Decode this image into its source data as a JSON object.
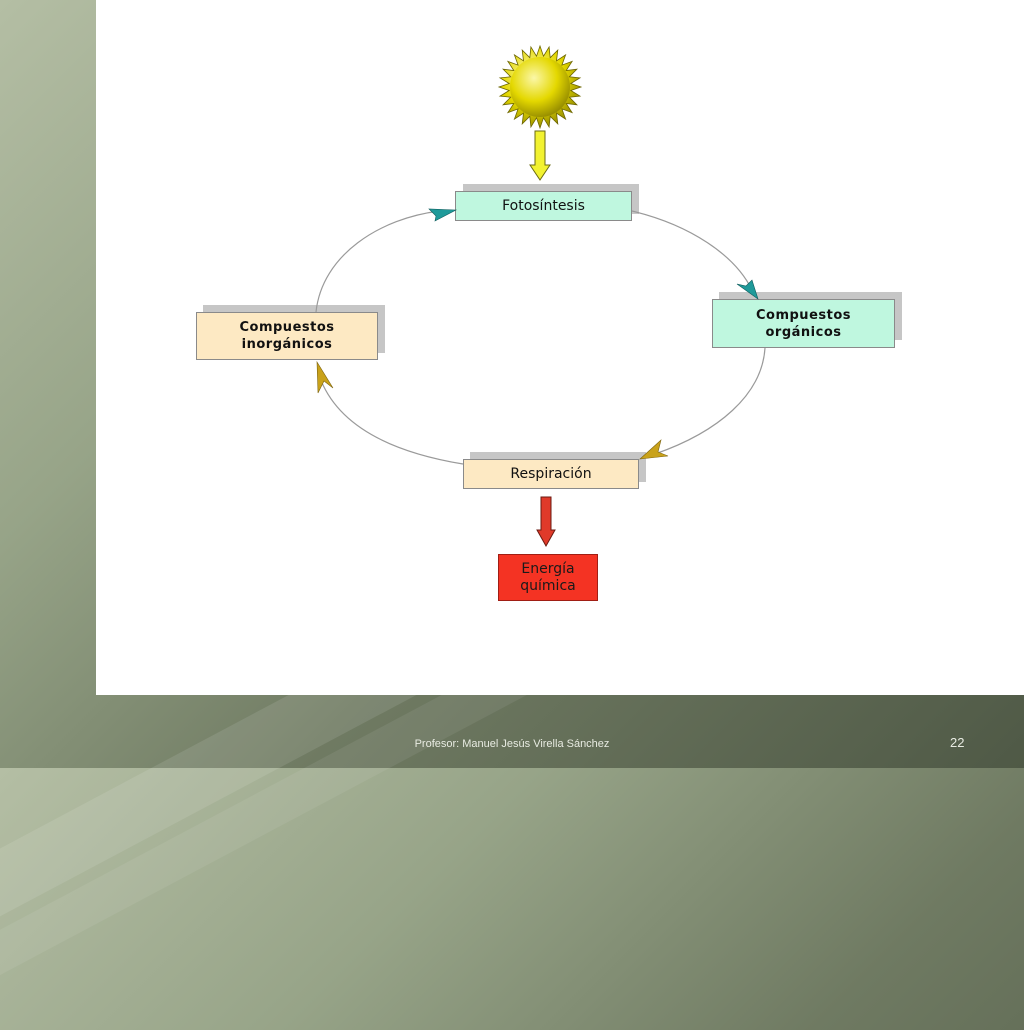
{
  "diagram": {
    "nodes": {
      "fotosintesis": "Fotosíntesis",
      "compuestos_organicos": [
        "Compuestos",
        "orgánicos"
      ],
      "compuestos_inorganicos": [
        "Compuestos",
        "inorgánicos"
      ],
      "respiracion": "Respiración",
      "energia_quimica": [
        "Energía",
        "química"
      ]
    },
    "colors": {
      "sun": "#e6dc00",
      "sun_arrow": "#f2f230",
      "energy_arrow": "#e03a2a",
      "teal_arrowhead": "#1f9a9a",
      "gold_arrowhead": "#c9a21a",
      "green_box": "#bff7df",
      "tan_box": "#fde9c3",
      "red_box": "#f43323"
    }
  },
  "footer": {
    "author": "Profesor: Manuel Jesús Virella Sánchez",
    "page_number": "22"
  }
}
